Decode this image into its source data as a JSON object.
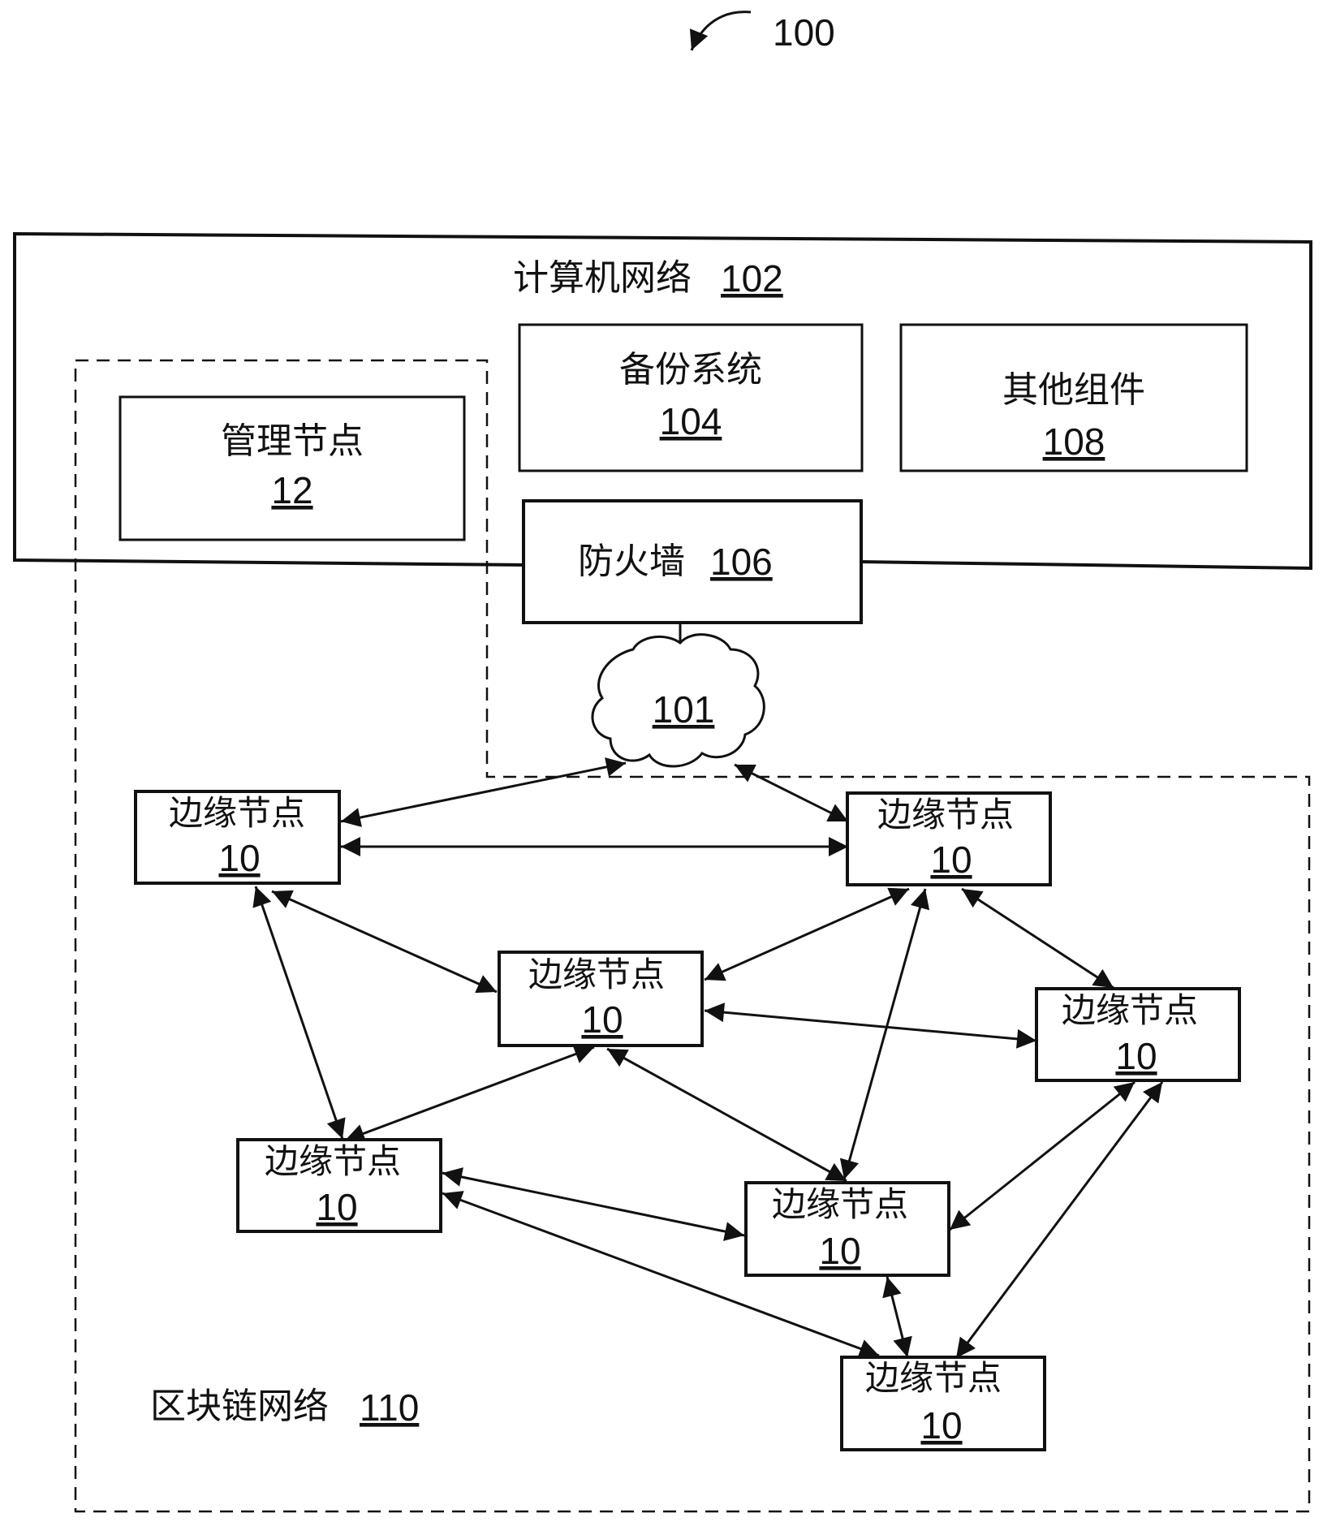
{
  "figure_ref": "100",
  "computer_network": {
    "label": "计算机网络",
    "ref": "102"
  },
  "backup_system": {
    "label": "备份系统",
    "ref": "104"
  },
  "other_components": {
    "label": "其他组件",
    "ref": "108"
  },
  "management_node": {
    "label": "管理节点",
    "ref": "12"
  },
  "firewall": {
    "label": "防火墙",
    "ref": "106"
  },
  "cloud": {
    "ref": "101"
  },
  "blockchain_network": {
    "label": "区块链网络",
    "ref": "110"
  },
  "edge_nodes": [
    {
      "label": "边缘节点",
      "ref": "10"
    },
    {
      "label": "边缘节点",
      "ref": "10"
    },
    {
      "label": "边缘节点",
      "ref": "10"
    },
    {
      "label": "边缘节点",
      "ref": "10"
    },
    {
      "label": "边缘节点",
      "ref": "10"
    },
    {
      "label": "边缘节点",
      "ref": "10"
    },
    {
      "label": "边缘节点",
      "ref": "10"
    }
  ]
}
